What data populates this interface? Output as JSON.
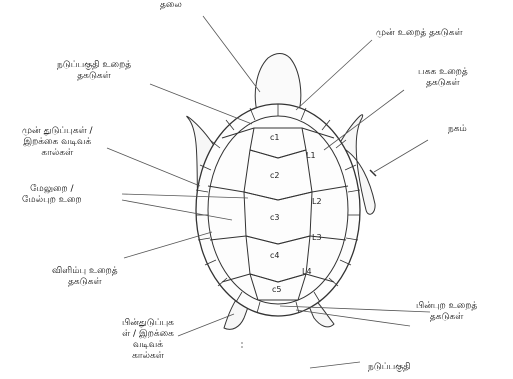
{
  "labels": {
    "head": "தலை",
    "front_scutes": "முன் உறைத் தகடுகள்",
    "central_scutes": "நடுப்பகுதி உறைத்\nதகடுகள்",
    "lateral_scutes": "பகக உறைத்\nதகடுகள்",
    "front_flippers": "முன் துடுப்புகள் /\nஇறக்கை வடிவக்\nகால்கள்",
    "claw": "நகம்",
    "carapace": "மேலுறை /\nமேல்புற உறை",
    "marginal_scutes": "விளிம்பு உறைத்\nதகடுகள்",
    "rear_scutes": "பின்புற உறைத்\nதகடுகள்",
    "rear_flippers": "பின்துடுப்புக\nள் / இறக்கை\nவடிவக்\nகால்கள்",
    "central_bottom": "நடுப்பகுதி"
  },
  "scutes": {
    "c1": "c1",
    "c2": "c2",
    "c3": "c3",
    "c4": "c4",
    "c5": "c5",
    "L1": "L1",
    "L2": "L2",
    "L3": "L3",
    "L4": "L4"
  }
}
